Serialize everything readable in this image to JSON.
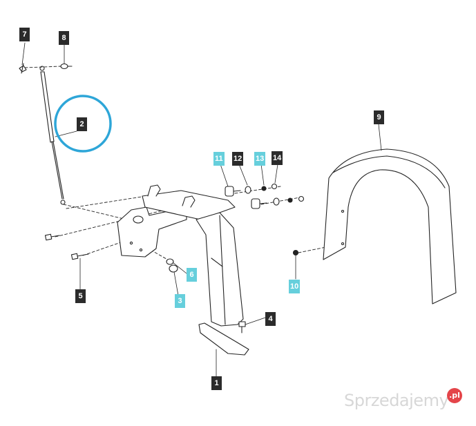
{
  "diagram": {
    "callouts": [
      {
        "id": "1",
        "label": "1",
        "style": "dark"
      },
      {
        "id": "2",
        "label": "2",
        "style": "dark"
      },
      {
        "id": "3",
        "label": "3",
        "style": "cyan"
      },
      {
        "id": "4",
        "label": "4",
        "style": "dark"
      },
      {
        "id": "5",
        "label": "5",
        "style": "dark"
      },
      {
        "id": "6",
        "label": "6",
        "style": "cyan"
      },
      {
        "id": "7",
        "label": "7",
        "style": "dark"
      },
      {
        "id": "8",
        "label": "8",
        "style": "dark"
      },
      {
        "id": "9",
        "label": "9",
        "style": "dark"
      },
      {
        "id": "10",
        "label": "10",
        "style": "cyan"
      },
      {
        "id": "11",
        "label": "11",
        "style": "cyan"
      },
      {
        "id": "12",
        "label": "12",
        "style": "dark"
      },
      {
        "id": "13",
        "label": "13",
        "style": "cyan"
      },
      {
        "id": "14",
        "label": "14",
        "style": "dark"
      }
    ],
    "highlight_color": "#2ea6d8",
    "callout_dark_color": "#2b2b2b",
    "callout_cyan_color": "#66cfdc"
  },
  "watermark": {
    "text": "Sprzedajemy",
    "badge": ".pl"
  }
}
